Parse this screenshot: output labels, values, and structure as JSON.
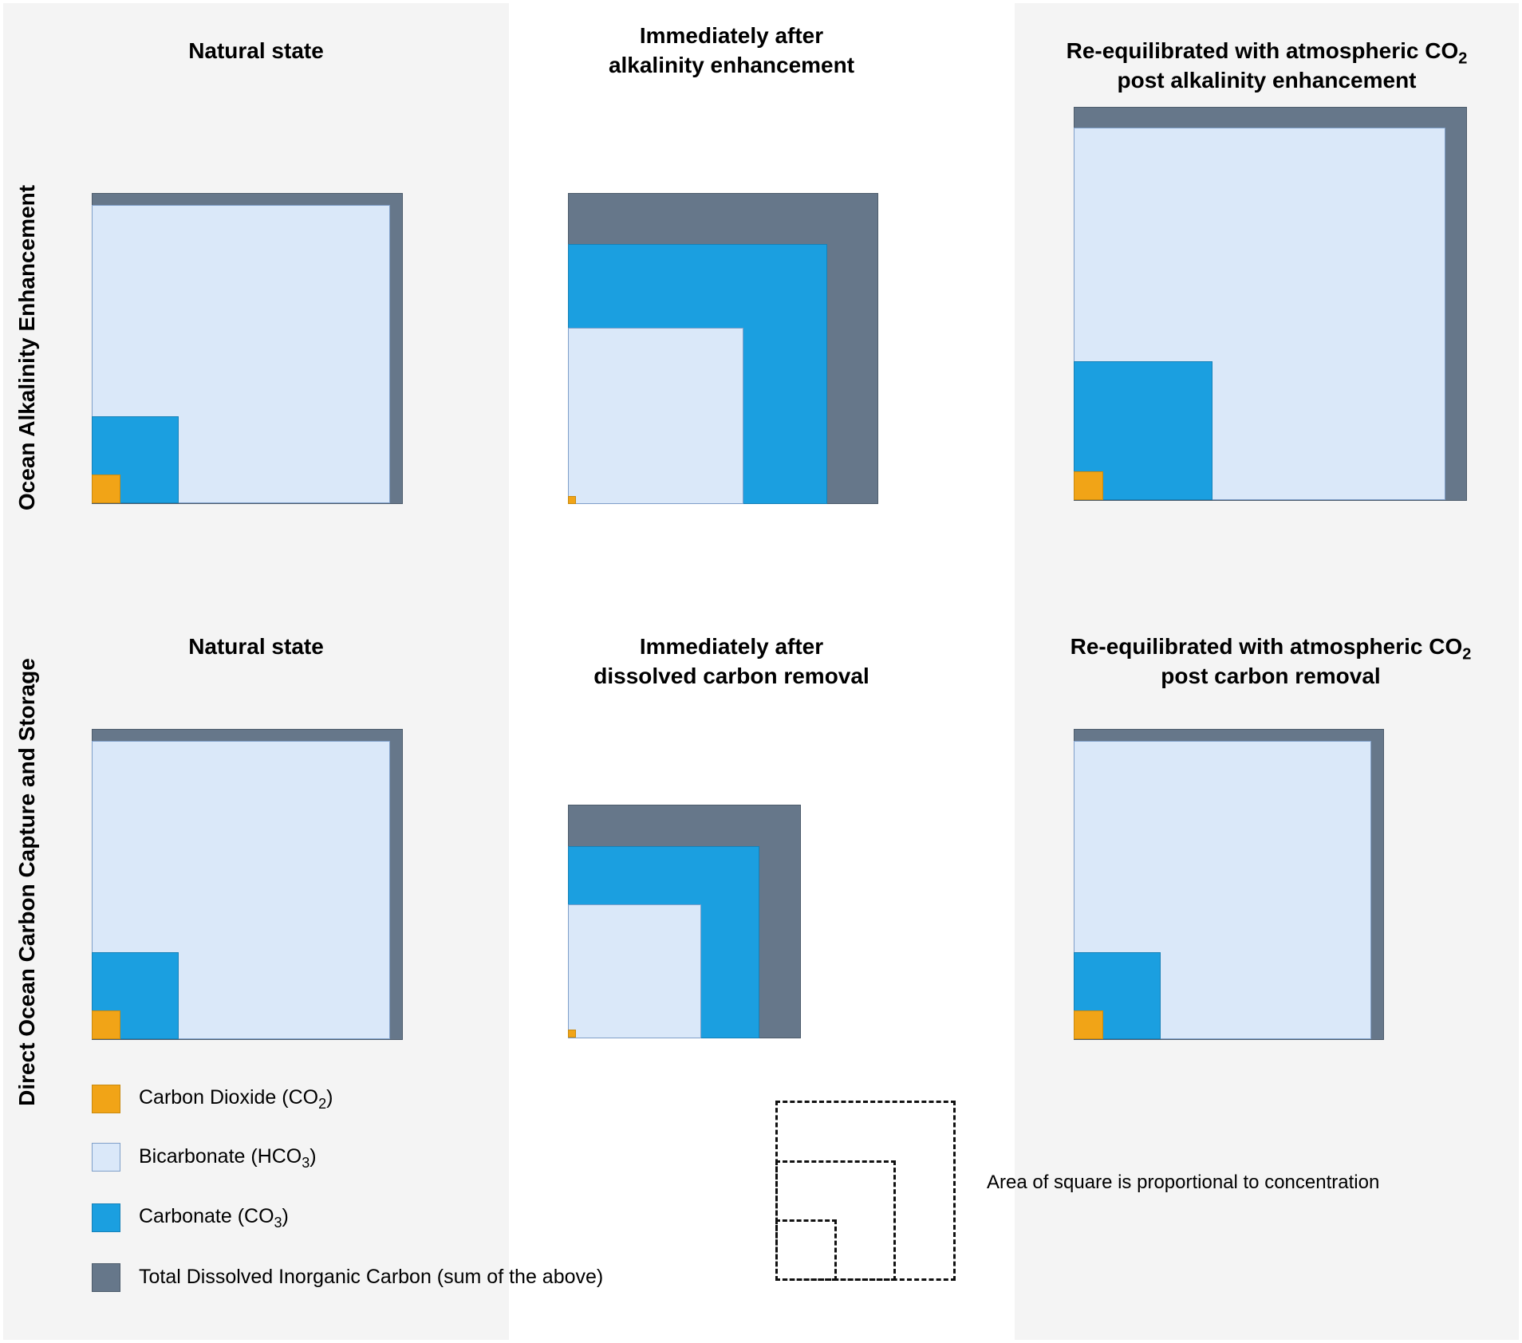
{
  "colors": {
    "co2": "#f1a417",
    "bicarbonate": "#dae8f9",
    "carbonate": "#1b9fe0",
    "total": "#66778a",
    "panel_bg": "#f4f4f4"
  },
  "row_labels": {
    "top": "Ocean Alkalinity Enhancement",
    "bottom": "Direct Ocean Carbon Capture and Storage"
  },
  "titles": {
    "r1c1": {
      "line1": "Natural state"
    },
    "r1c2": {
      "line1": "Immediately after",
      "line2": "alkalinity enhancement"
    },
    "r1c3": {
      "line1_pre": "Re-equilibrated with atmospheric CO",
      "line1_sub": "2",
      "line2": "post alkalinity enhancement"
    },
    "r2c1": {
      "line1": "Natural state"
    },
    "r2c2": {
      "line1": "Immediately after",
      "line2": "dissolved carbon removal"
    },
    "r2c3": {
      "line1_pre": "Re-equilibrated with atmospheric CO",
      "line1_sub": "2",
      "line2": "post carbon removal"
    }
  },
  "legend": [
    {
      "key": "co2",
      "pre": "Carbon Dioxide (CO",
      "sub": "2",
      "post": ")"
    },
    {
      "key": "bicarbonate",
      "pre": "Bicarbonate (HCO",
      "sub": "3",
      "post": ")"
    },
    {
      "key": "carbonate",
      "pre": "Carbonate (CO",
      "sub": "3",
      "post": ")"
    },
    {
      "key": "total",
      "pre": "Total Dissolved Inorganic Carbon (sum of the above)",
      "sub": "",
      "post": ""
    }
  ],
  "scale_note": "Area of square is proportional to concentration"
}
